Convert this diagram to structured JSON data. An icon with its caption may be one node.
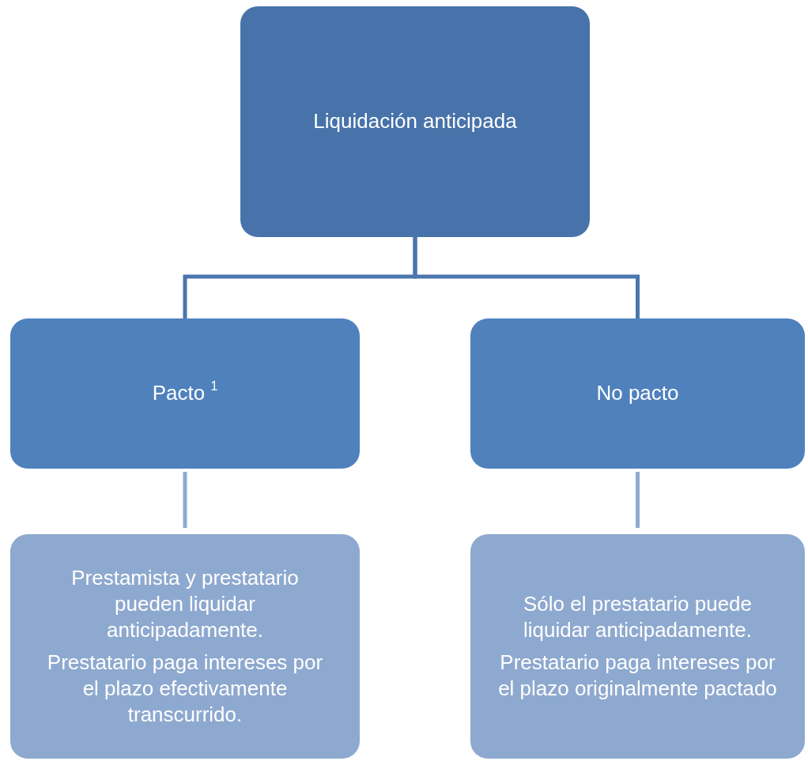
{
  "diagram": {
    "nodes": [
      {
        "text": [
          "Liquidación anticipada"
        ]
      },
      {
        "text": [
          "Pacto $^{1}$"
        ]
      },
      {
        "text": [
          "No pacto"
        ]
      },
      {
        "text": [
          "Prestamista y prestatario pueden liquidar anticipadamente.",
          "Prestatario paga intereses por el plazo efectivamente transcurrido."
        ]
      },
      {
        "text": [
          "Sólo el prestatario puede liquidar anticipadamente.",
          "Prestatario paga intereses por el plazo originalmente pactado"
        ]
      }
    ],
    "edges": [
      {
        "from": 0,
        "to": 1,
        "arrow": "none",
        "color": "#4a76ad"
      },
      {
        "from": 0,
        "to": 2,
        "arrow": "none",
        "color": "#4a76ad"
      },
      {
        "from": 1,
        "to": 3,
        "arrow": "none",
        "color": "#8eaad0"
      },
      {
        "from": 2,
        "to": 4,
        "arrow": "none",
        "color": "#8eaad0"
      }
    ]
  }
}
